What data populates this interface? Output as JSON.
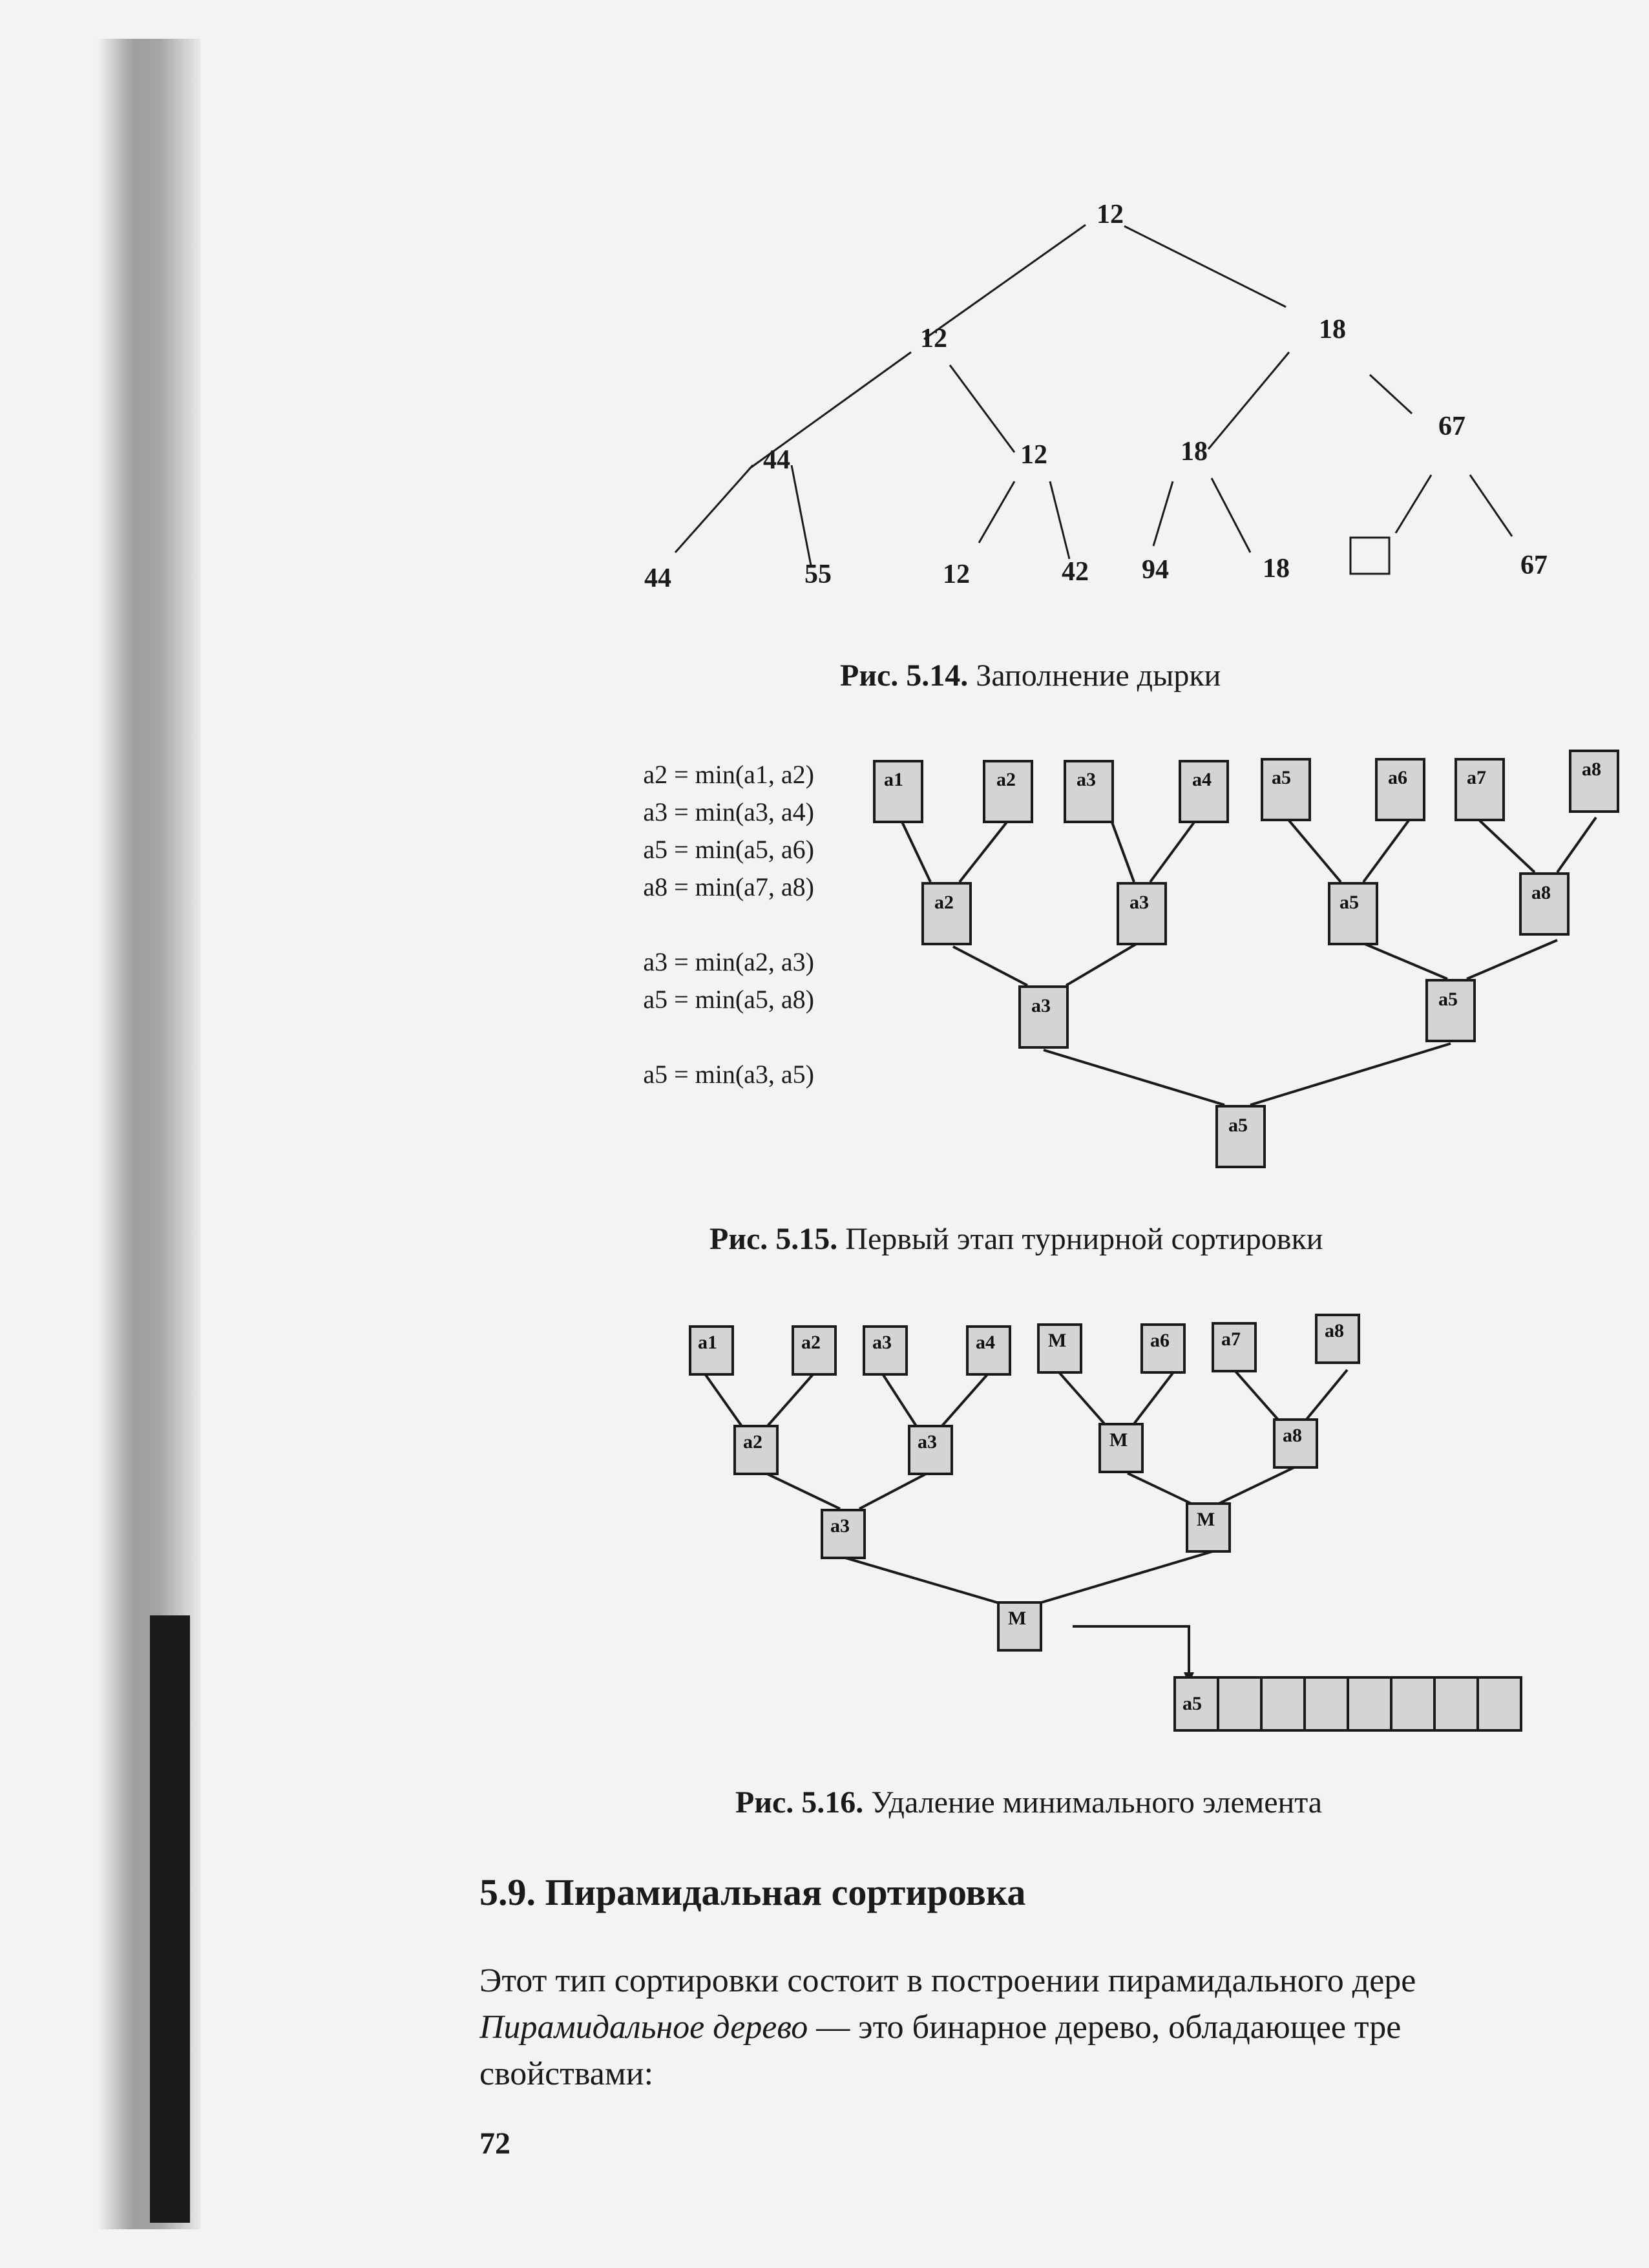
{
  "fig514": {
    "nodes": [
      {
        "id": "root",
        "label": "12"
      },
      {
        "id": "l1",
        "label": "12"
      },
      {
        "id": "r1",
        "label": "18"
      },
      {
        "id": "l2a",
        "label": "44"
      },
      {
        "id": "l2b",
        "label": "12"
      },
      {
        "id": "r2a",
        "label": "18"
      },
      {
        "id": "r2b",
        "label": "67"
      },
      {
        "id": "leaf1",
        "label": "44"
      },
      {
        "id": "leaf2",
        "label": "55"
      },
      {
        "id": "leaf3",
        "label": "12"
      },
      {
        "id": "leaf4",
        "label": "42"
      },
      {
        "id": "leaf5",
        "label": "94"
      },
      {
        "id": "leaf6",
        "label": "18"
      },
      {
        "id": "leaf7",
        "label": ""
      },
      {
        "id": "leaf8",
        "label": "67"
      }
    ],
    "caption_num": "Рис. 5.14.",
    "caption_text": " Заполнение дырки"
  },
  "fig515": {
    "formulas_1": [
      "a2 = min(a1, a2)",
      "a3 = min(a3, a4)",
      "a5 = min(a5, a6)",
      "a8 = min(a7, a8)"
    ],
    "formulas_2": [
      "a3 = min(a2, a3)",
      "a5 = min(a5, a8)"
    ],
    "formulas_3": [
      "a5 = min(a3, a5)"
    ],
    "leaves": [
      "a1",
      "a2",
      "a3",
      "a4",
      "a5",
      "a6",
      "a7",
      "a8"
    ],
    "level1": [
      "a2",
      "a3",
      "a5",
      "a8"
    ],
    "level2": [
      "a3",
      "a5"
    ],
    "root": "a5",
    "caption_num": "Рис. 5.15.",
    "caption_text": " Первый этап турнирной сортировки"
  },
  "fig516": {
    "leaves": [
      "a1",
      "a2",
      "a3",
      "a4",
      "M",
      "a6",
      "a7",
      "a8"
    ],
    "level1": [
      "a2",
      "a3",
      "M",
      "a8"
    ],
    "level2": [
      "a3",
      "M"
    ],
    "root": "M",
    "output": [
      "a5",
      "",
      "",
      "",
      "",
      "",
      "",
      ""
    ],
    "caption_num": "Рис. 5.16.",
    "caption_text": " Удаление минимального элемента"
  },
  "section": {
    "heading": "5.9. Пирамидальная сортировка",
    "line1": "Этот тип сортировки состоит в построении пирамидального дере",
    "line2_italic": "Пирамидальное дерево",
    "line2_rest": " — это бинарное дерево, обладающее тре",
    "line3": "свойствами:"
  },
  "page_number": "72"
}
